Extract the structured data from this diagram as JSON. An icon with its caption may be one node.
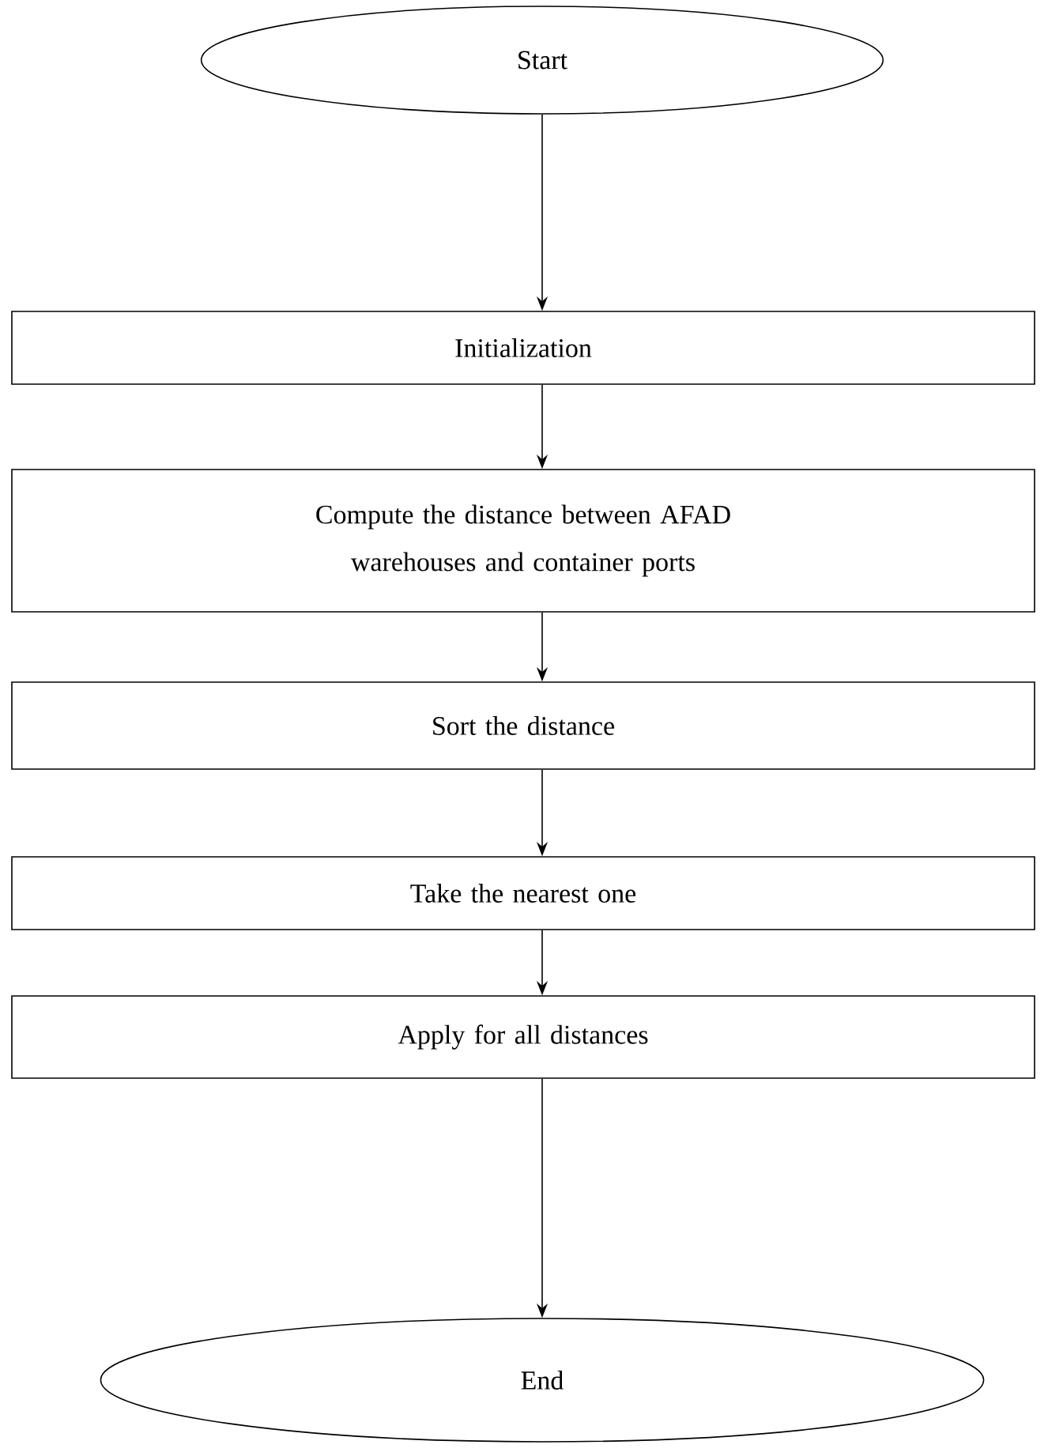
{
  "diagram": {
    "nodes": [
      {
        "text": [
          "Start"
        ]
      },
      {
        "text": [
          "Initialization"
        ]
      },
      {
        "text": [
          "Compute the distance between AFAD warehouses and container ports"
        ]
      },
      {
        "text": [
          "Sort the distance"
        ]
      },
      {
        "text": [
          "Take the nearest one"
        ]
      },
      {
        "text": [
          "Apply for all distances"
        ]
      },
      {
        "text": [
          "End"
        ]
      }
    ],
    "edges": [
      {
        "from": 0,
        "to": 1,
        "arrow": "to"
      },
      {
        "from": 1,
        "to": 2,
        "arrow": "to"
      },
      {
        "from": 2,
        "to": 3,
        "arrow": "to"
      },
      {
        "from": 3,
        "to": 4,
        "arrow": "to"
      },
      {
        "from": 4,
        "to": 5,
        "arrow": "to"
      },
      {
        "from": 5,
        "to": 6,
        "arrow": "to"
      }
    ]
  }
}
